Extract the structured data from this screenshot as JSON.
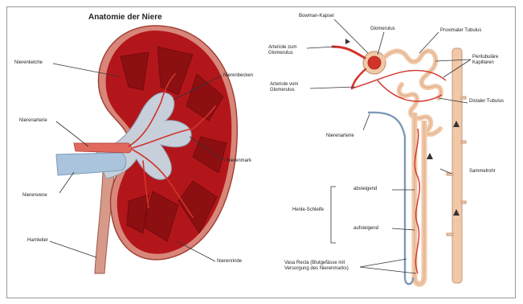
{
  "title": "Anatomie der Niere",
  "colors": {
    "cortex": "#b3161a",
    "cortex_dark": "#8c0f12",
    "capsule": "#d9867a",
    "pelvis": "#b0bccd",
    "artery": "#d2342a",
    "vein": "#7f9ab6",
    "tubule": "#f1c8a8",
    "ureter": "#d79a89"
  },
  "kidney_labels": {
    "nierenkelche": "Nierenkelche",
    "nierenbecken": "Nierenbecken",
    "nierenarterie": "Nierenarterie",
    "nierenmark": "Nierenmark",
    "nierenvene": "Nierenvene",
    "harnleiter": "Harnleiter",
    "nierenrinde": "Nierenrinde"
  },
  "nephron_labels": {
    "bowman_kapsel": "Bowman-Kapsel",
    "glomerulus": "Glomerulus",
    "proximaler_tubulus": "Proximaler Tubulus",
    "arteriole_zum": "Arteriole zum Glomerulus",
    "peritubulare": "Peritubuläre Kapillaren",
    "arteriole_vom": "Arteriole vom Glomerulus",
    "distaler_tubulus": "Distaler Tubulus",
    "nierenarterie": "Nierenarterie",
    "sammelrohr": "Sammelrohr",
    "absteigend": "absteigend",
    "henle_schleife": "Henle-Schleife",
    "aufsteigend": "aufsteigend",
    "vasa_recta": "Vasa Recta (Blutgefässe mit Versorgung des Nierenmarks)"
  }
}
